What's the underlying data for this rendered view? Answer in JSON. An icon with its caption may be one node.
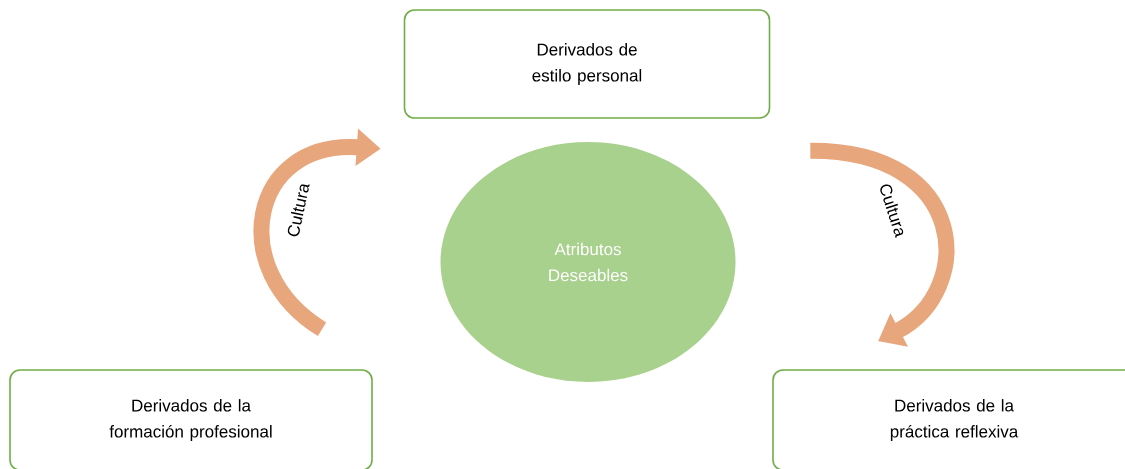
{
  "diagram": {
    "nodes": [
      {
        "text": [
          "Derivados de estilo personal"
        ]
      },
      {
        "text": [
          "Atributos Deseables"
        ]
      },
      {
        "text": [
          "Derivados de la formación profesional"
        ]
      },
      {
        "text": [
          "Derivados de la práctica reflexiva"
        ]
      }
    ],
    "edges": [
      {
        "from": 2,
        "to": 0,
        "arrow": "to",
        "label": "Cultura"
      },
      {
        "from": 0,
        "to": 3,
        "arrow": "to",
        "label": "Cultura"
      }
    ]
  }
}
